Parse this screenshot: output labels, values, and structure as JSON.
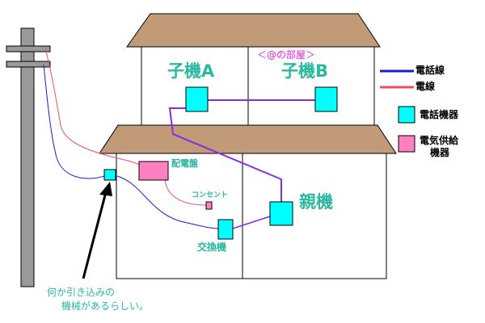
{
  "rooms": {
    "handset_a": "子機A",
    "handset_b": "子機B",
    "my_room": "＜@の部屋＞",
    "base_unit": "親機"
  },
  "devices": {
    "distribution_board": "配電盤",
    "outlet": "コンセント",
    "exchange": "交換機"
  },
  "legend": {
    "phone_line": "電話線",
    "power_line": "電線",
    "phone_device": "電話機器",
    "power_device_line1": "電気供給",
    "power_device_line2": "機器"
  },
  "annotation": {
    "line1": "何か引き込みの",
    "line2": "機械があるらしい。"
  },
  "colors": {
    "phone_line": "#1a1ad8",
    "power_line": "#e8506a",
    "phone_device": "#00ffff",
    "power_device": "#ff80c0",
    "roof": "#c19a78",
    "pole": "#9a9a9a",
    "label_teal": "#2bb8a0",
    "label_magenta": "#e020e0",
    "inner_wire": "#8a2be2"
  }
}
